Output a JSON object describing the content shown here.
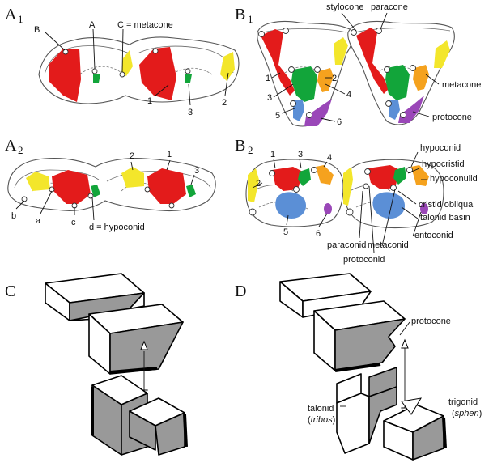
{
  "panels": {
    "A1": {
      "letter": "A",
      "sub": "1"
    },
    "B1": {
      "letter": "B",
      "sub": "1"
    },
    "A2": {
      "letter": "A",
      "sub": "2"
    },
    "B2": {
      "letter": "B",
      "sub": "2"
    },
    "C": {
      "letter": "C"
    },
    "D": {
      "letter": "D"
    }
  },
  "a1_labels": {
    "b": "B",
    "a": "A",
    "c": "C = metacone",
    "n1": "1",
    "n2": "2",
    "n3": "3"
  },
  "b1_labels": {
    "stylocone": "stylocone",
    "paracone": "paracone",
    "metacone": "metacone",
    "protocone": "protocone",
    "n1": "1",
    "n2": "2",
    "n3": "3",
    "n4": "4",
    "n5": "5",
    "n6": "6"
  },
  "a2_labels": {
    "n1": "1",
    "n2": "2",
    "n3": "3",
    "a": "a",
    "b": "b",
    "c": "c",
    "d": "d = hypoconid"
  },
  "b2_labels": {
    "n1": "1",
    "n2": "2",
    "n3": "3",
    "n4": "4",
    "n5": "5",
    "n6": "6",
    "hypoconid": "hypoconid",
    "hypocristid": "hypocristid",
    "hypoconulid": "hypoconulid",
    "cristid_obliqua": "cristid obliqua",
    "talonid_basin": "talonid basin",
    "entoconid": "entoconid",
    "metaconid": "metaconid",
    "paraconid": "paraconid",
    "protoconid": "protoconid"
  },
  "d_labels": {
    "protocone": "protocone",
    "trigonid": "trigonid",
    "sphen_open": "(",
    "sphen": "sphen",
    "sphen_close": ")",
    "talonid": "talonid",
    "tribos_open": "(",
    "tribos": "tribos",
    "tribos_close": ")"
  },
  "colors": {
    "red": "#e31b1b",
    "green": "#12a53a",
    "yellow": "#f3e62b",
    "orange": "#f5a21e",
    "blue": "#5b8fd6",
    "purple": "#9a47b8",
    "block_gray": "#999999"
  }
}
